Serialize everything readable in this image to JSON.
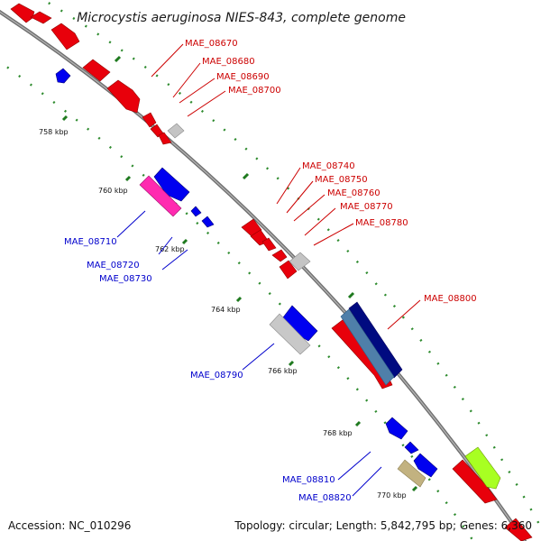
{
  "title": "Microcystis aeruginosa NIES-843, complete genome",
  "accession": "Accession: NC_010296",
  "topology": "Topology: circular; Length: 5,842,795 bp; Genes: 6,360",
  "colors": {
    "forward": "#e8000b",
    "reverse": "#0000f0",
    "other": "#bbbbbb",
    "backbone": "#888888",
    "tick": "#2e8b2e",
    "label_forward": "#cc0000",
    "label_reverse": "#0000cc"
  },
  "ticks": [
    "758 kbp",
    "760 kbp",
    "762 kbp",
    "764 kbp",
    "766 kbp",
    "768 kbp",
    "770 kbp"
  ],
  "forward_labels": [
    "MAE_08670",
    "MAE_08680",
    "MAE_08690",
    "MAE_08700",
    "MAE_08740",
    "MAE_08750",
    "MAE_08760",
    "MAE_08770",
    "MAE_08780",
    "MAE_08800"
  ],
  "reverse_labels": [
    "MAE_08710",
    "MAE_08720",
    "MAE_08730",
    "MAE_08790",
    "MAE_08810",
    "MAE_08820"
  ]
}
